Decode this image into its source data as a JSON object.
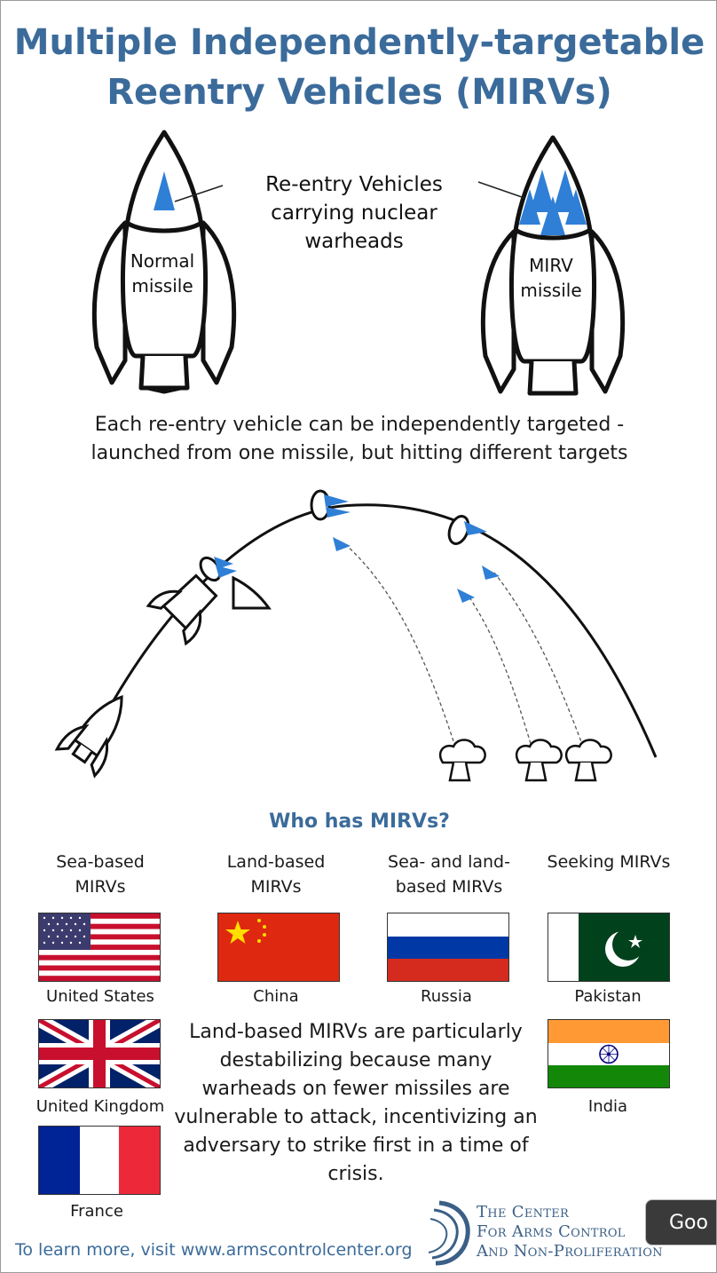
{
  "title": {
    "line1": "Multiple Independently-targetable",
    "line2": "Reentry Vehicles (MIRVs)"
  },
  "rockets": {
    "normal_label": [
      "Normal",
      "missile"
    ],
    "mirv_label": [
      "MIRV",
      "missile"
    ],
    "reentry_caption": [
      "Re-entry Vehicles",
      "carrying nuclear",
      "warheads"
    ]
  },
  "explanation": {
    "line1": "Each re-entry vehicle can be independently targeted -",
    "line2": "launched from one missile, but hitting different targets"
  },
  "who": {
    "heading": "Who has MIRVs?",
    "categories": [
      {
        "label": [
          "Sea-based",
          "MIRVs"
        ]
      },
      {
        "label": [
          "Land-based",
          "MIRVs"
        ]
      },
      {
        "label": [
          "Sea- and land-",
          "based MIRVs"
        ]
      },
      {
        "label": [
          "Seeking MIRVs"
        ]
      }
    ],
    "countries": {
      "us": "United States",
      "china": "China",
      "russia": "Russia",
      "pakistan": "Pakistan",
      "uk": "United Kingdom",
      "india": "India",
      "france": "France"
    }
  },
  "note": "Land-based MIRVs are particularly destabilizing because many warheads on fewer missiles are vulnerable to attack, incentivizing an adversary to strike first in a time of crisis.",
  "footer": {
    "link_text": "To learn more, visit www.armscontrolcenter.org",
    "org_line1": "The Center",
    "org_line2": "For Arms Control",
    "org_line3": "And Non-Proliferation",
    "overlay_button": "Goo"
  },
  "colors": {
    "title_blue": "#3b6b9a",
    "warhead_blue": "#2f7fd6",
    "us_red": "#c8102e",
    "us_blue": "#3c3b6e",
    "china_red": "#de2910",
    "china_yellow": "#ffde00",
    "russia_blue": "#0039a6",
    "russia_red": "#d52b1e",
    "pakistan_green": "#01411c",
    "uk_blue": "#012169",
    "uk_red": "#c8102e",
    "india_saffron": "#ff9933",
    "india_green": "#138808",
    "india_navy": "#000080",
    "france_blue": "#002395",
    "france_red": "#ed2939"
  }
}
